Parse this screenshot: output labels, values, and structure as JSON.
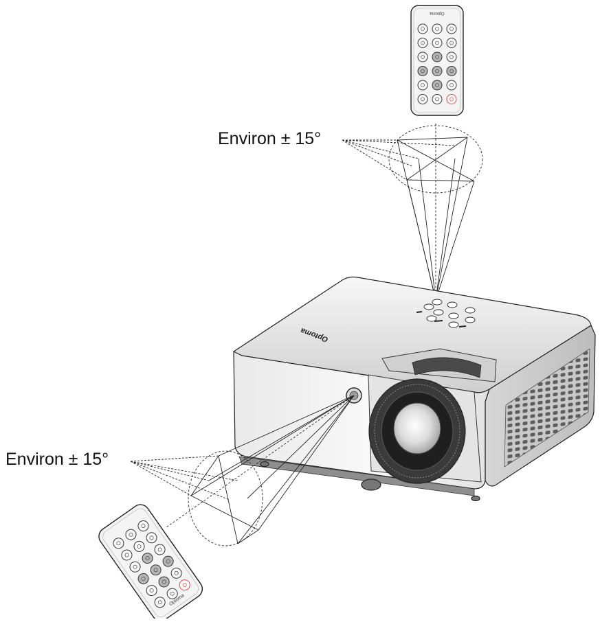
{
  "labels": {
    "top_angle": "Environ ± 15°",
    "bottom_angle": "Environ ± 15°"
  },
  "brand": {
    "projector_logo": "Optoma",
    "remote_logo": "Optoma"
  },
  "colors": {
    "line": "#222222",
    "body_light": "#f2f2f2",
    "body_mid": "#d9d9d9",
    "body_dark": "#9a9a9a",
    "lens_dark": "#2b2b2b",
    "power_red": "#e04a4a"
  },
  "icons": {
    "top_remote_buttons": [
      "keystone-icon",
      "brightness-icon",
      "freeze-icon",
      "mute-icon",
      "volume-down-icon",
      "volume-up-icon",
      "menu-icon",
      "up-icon",
      "return-icon",
      "left-icon",
      "ok-icon",
      "right-icon",
      "settings-icon",
      "down-icon",
      "source-icon",
      "input-icon",
      "info-icon",
      "power-icon"
    ]
  }
}
